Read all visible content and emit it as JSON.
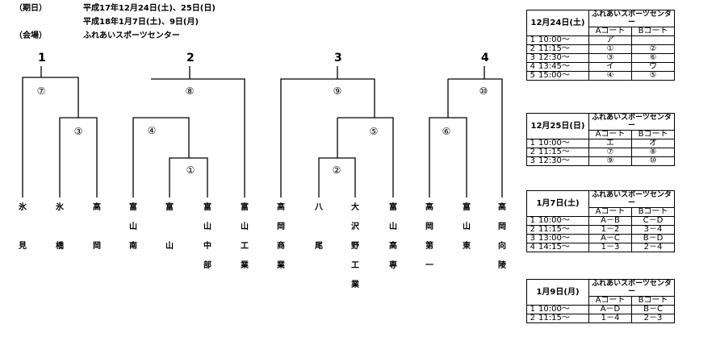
{
  "header": {
    "date_label": "（期日）",
    "date_line1": "平成17年12月24日(土)、25日(日)",
    "date_line2": "平成18年1月7日(土)、9日(月)",
    "venue_label": "（会場）",
    "venue": "ふれあいスポーツセンター"
  },
  "bracket": {
    "blocks": [
      "1",
      "2",
      "3",
      "4"
    ],
    "matches": [
      "①",
      "②",
      "③",
      "④",
      "⑤",
      "⑥",
      "⑦",
      "⑧",
      "⑨",
      "⑩"
    ],
    "teams": [
      {
        "lines": [
          "氷",
          "",
          "見"
        ]
      },
      {
        "lines": [
          "氷",
          "",
          "橋"
        ]
      },
      {
        "lines": [
          "高",
          "",
          "岡"
        ]
      },
      {
        "lines": [
          "富",
          "山",
          "南"
        ]
      },
      {
        "lines": [
          "富",
          "",
          "山"
        ]
      },
      {
        "lines": [
          "富",
          "山",
          "中",
          "部"
        ]
      },
      {
        "lines": [
          "富",
          "山",
          "工",
          "業"
        ]
      },
      {
        "lines": [
          "高",
          "岡",
          "商",
          "業"
        ]
      },
      {
        "lines": [
          "八",
          "",
          "尾"
        ]
      },
      {
        "lines": [
          "大",
          "沢",
          "野",
          "工",
          "業"
        ]
      },
      {
        "lines": [
          "富",
          "山",
          "高",
          "専"
        ]
      },
      {
        "lines": [
          "高",
          "岡",
          "第",
          "一"
        ]
      },
      {
        "lines": [
          "富",
          "山",
          "東"
        ]
      },
      {
        "lines": [
          "高",
          "岡",
          "向",
          "陵"
        ]
      }
    ]
  },
  "schedule": [
    {
      "date": "12月24日(土)",
      "venue": "ふれあいスポーツセンター",
      "court_a": "Aコート",
      "court_b": "Bコート",
      "rows": [
        {
          "n": "1",
          "time": "10:00～",
          "a": "ア",
          "b": ""
        },
        {
          "n": "2",
          "time": "11:15～",
          "a": "①",
          "b": "②"
        },
        {
          "n": "3",
          "time": "12:30～",
          "a": "③",
          "b": "⑥"
        },
        {
          "n": "4",
          "time": "13:45～",
          "a": "イ",
          "b": "ウ"
        },
        {
          "n": "5",
          "time": "15:00～",
          "a": "④",
          "b": "⑤"
        }
      ]
    },
    {
      "date": "12月25日(日)",
      "venue": "ふれあいスポーツセンター",
      "court_a": "Aコート",
      "court_b": "Bコート",
      "rows": [
        {
          "n": "1",
          "time": "10:00～",
          "a": "エ",
          "b": "オ"
        },
        {
          "n": "2",
          "time": "11:15～",
          "a": "⑦",
          "b": "⑧"
        },
        {
          "n": "3",
          "time": "12:30～",
          "a": "⑨",
          "b": "⑩"
        }
      ]
    },
    {
      "date": "1月7日(土)",
      "venue": "ふれあいスポーツセンター",
      "court_a": "Aコート",
      "court_b": "Bコート",
      "rows": [
        {
          "n": "1",
          "time": "10:00～",
          "a": "A－B",
          "b": "C－D"
        },
        {
          "n": "2",
          "time": "11:15～",
          "a": "1－2",
          "b": "3－4"
        },
        {
          "n": "3",
          "time": "13:00～",
          "a": "A－C",
          "b": "B－D"
        },
        {
          "n": "4",
          "time": "14:15～",
          "a": "1－3",
          "b": "2－4"
        }
      ]
    },
    {
      "date": "1月9日(月)",
      "venue": "ふれあいスポーツセンター",
      "court_a": "Aコート",
      "court_b": "Bコート",
      "rows": [
        {
          "n": "1",
          "time": "10:00～",
          "a": "A－D",
          "b": "B－C"
        },
        {
          "n": "2",
          "time": "11:15～",
          "a": "1－4",
          "b": "2－3"
        }
      ]
    }
  ]
}
